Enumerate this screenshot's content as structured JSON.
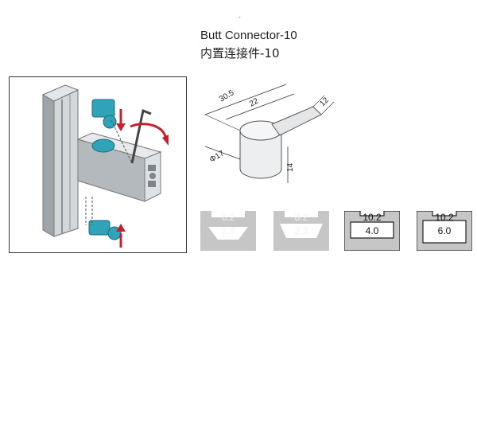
{
  "product": {
    "title_en": "Butt Connector-10",
    "title_cn": "内置连接件-10"
  },
  "dimensions": {
    "length_total": "30.5",
    "length_body": "22",
    "width_tab": "12",
    "diameter": "Φ17",
    "height": "14"
  },
  "slot_profiles": [
    {
      "top": "6.2",
      "bottom": "2.0",
      "style": "gray"
    },
    {
      "top": "8.2",
      "bottom": "2.2",
      "style": "gray"
    },
    {
      "top": "10.2",
      "bottom": "4.0",
      "style": "dark"
    },
    {
      "top": "10.2",
      "bottom": "6.0",
      "style": "dark"
    }
  ],
  "colors": {
    "connector_teal": "#2fa3b8",
    "arrow_red": "#c8202a",
    "profile_gray": "#b9bdc1",
    "slot_gray": "#c6c6c6"
  },
  "icons": {
    "rotate": "rotate-arrow-icon",
    "push": "push-arrow-icon"
  }
}
